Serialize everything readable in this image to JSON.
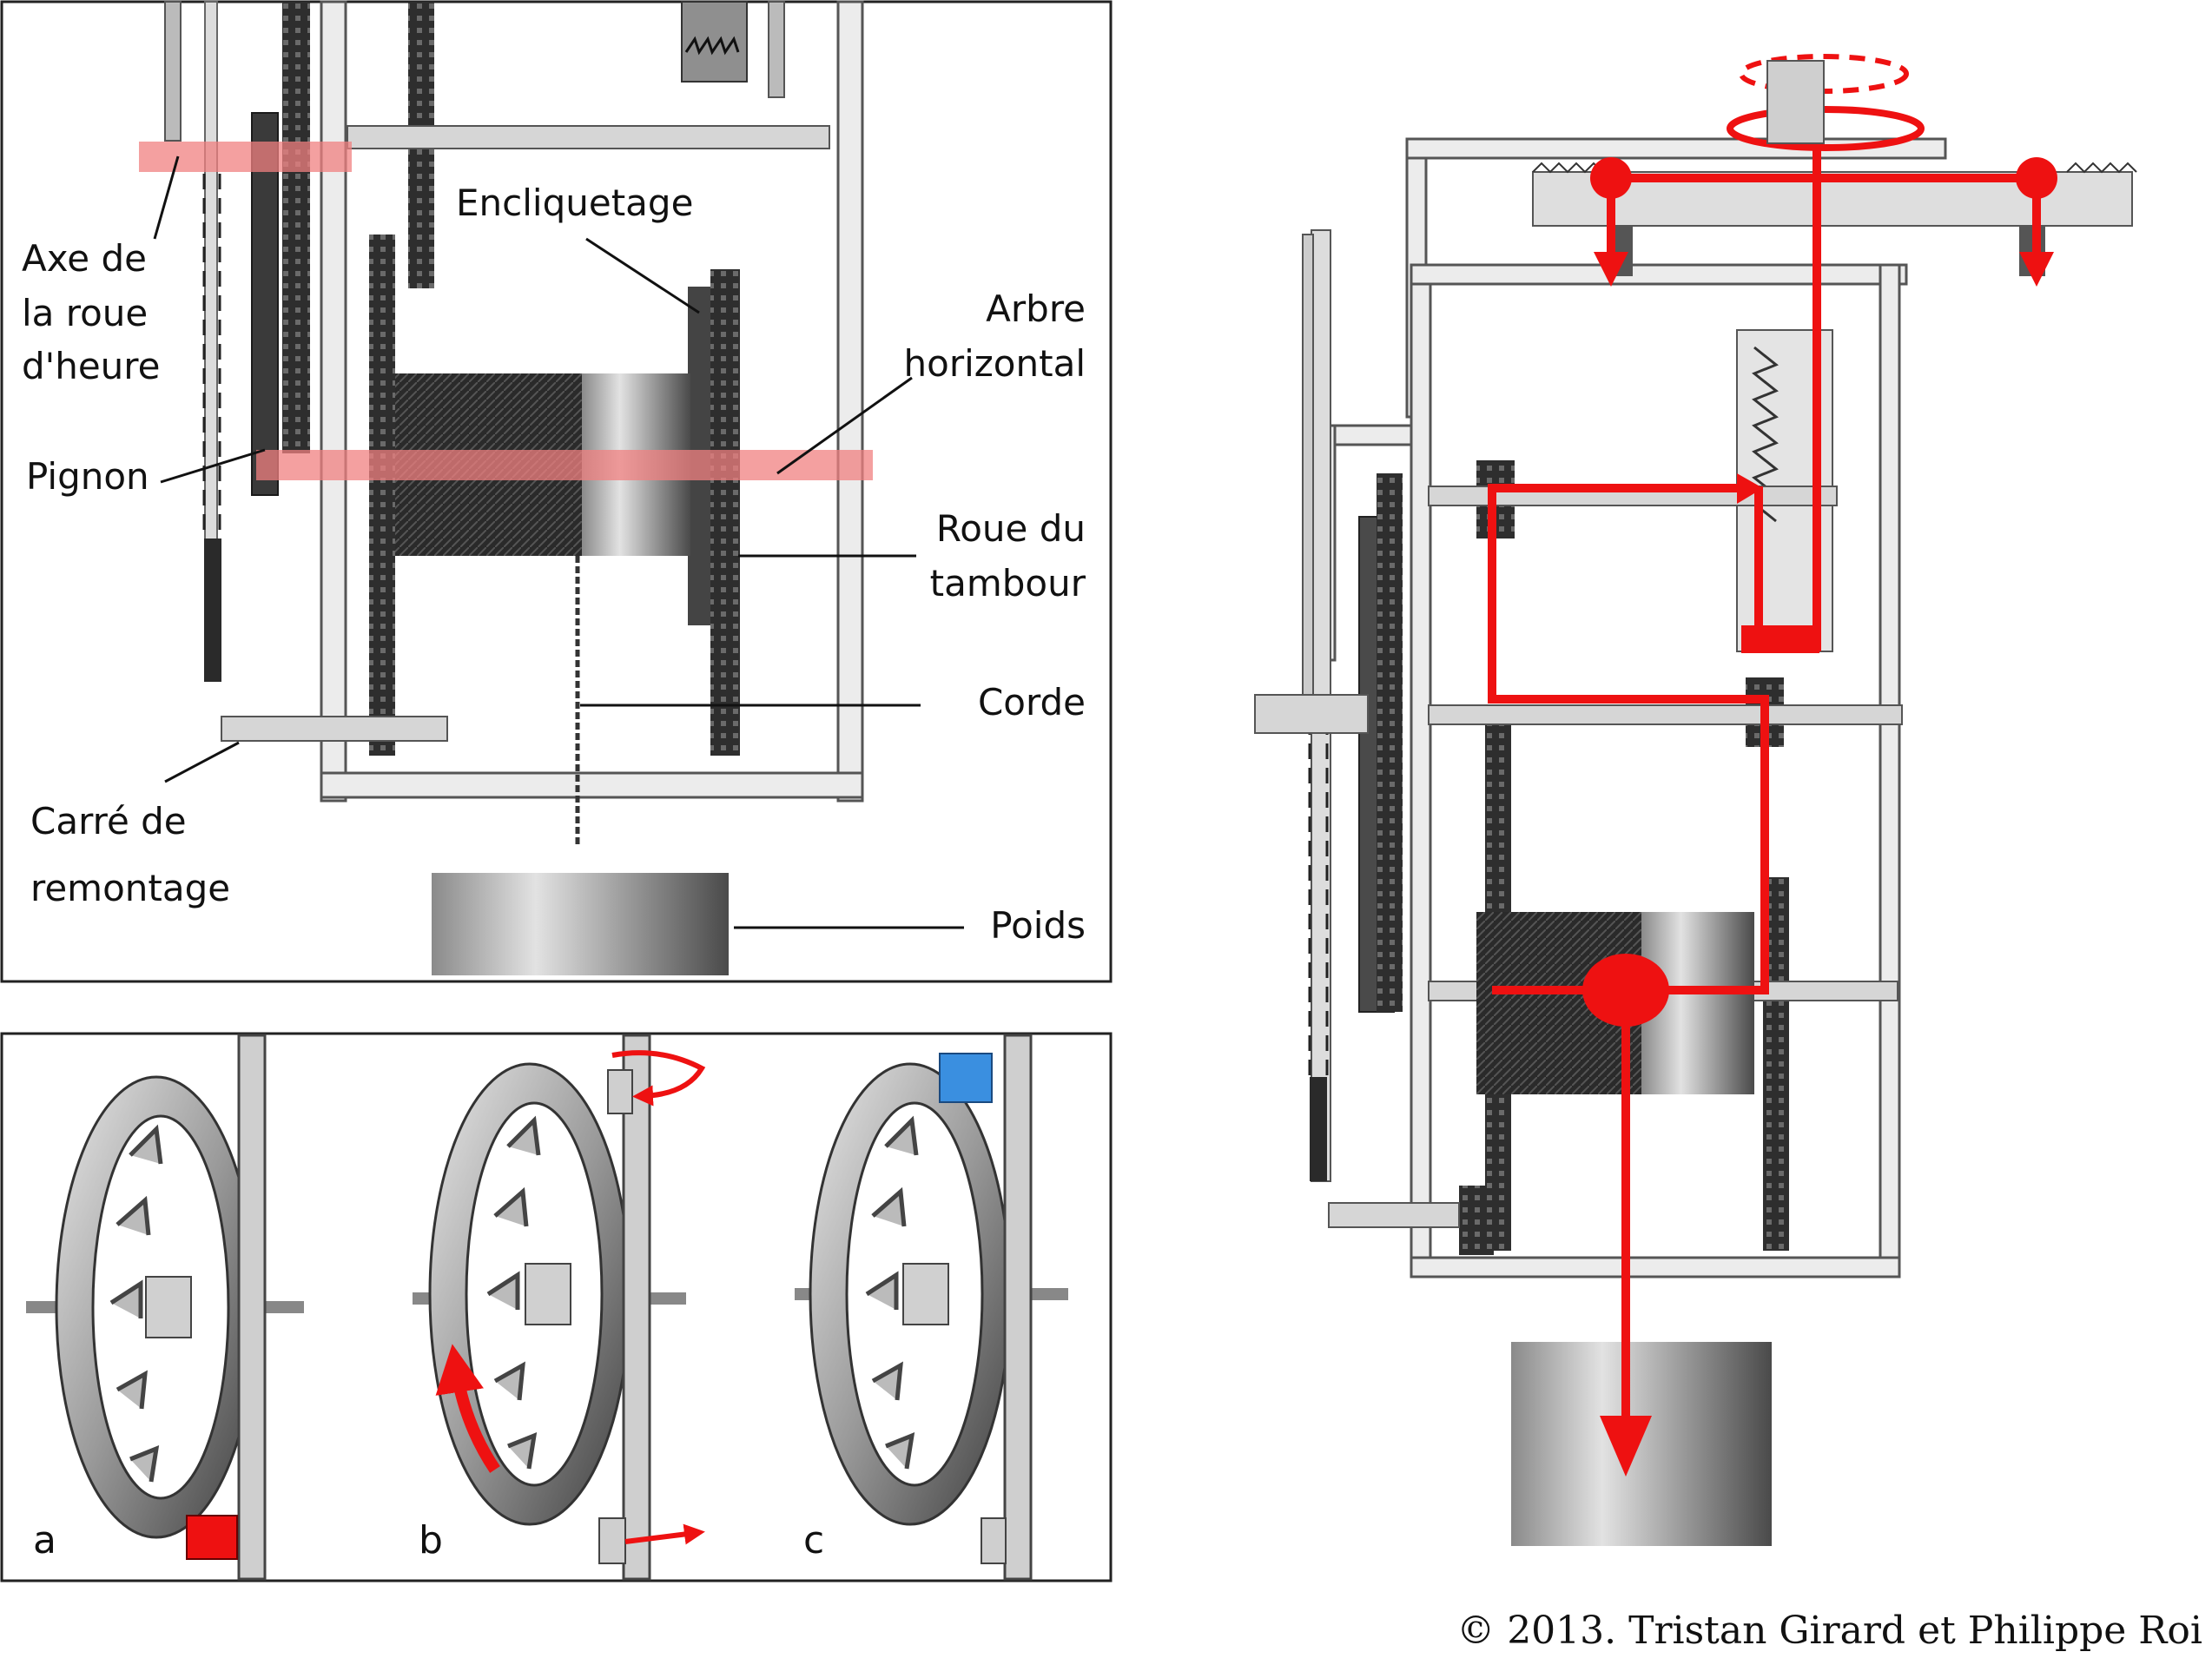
{
  "diagram": {
    "labels": {
      "axe_roue_heure": [
        "Axe de",
        "la roue",
        "d'heure"
      ],
      "encliquetage": "Encliquetage",
      "arbre_horizontal": [
        "Arbre",
        "horizontal"
      ],
      "pignon": "Pignon",
      "roue_tambour": [
        "Roue du",
        "tambour"
      ],
      "corde": "Corde",
      "carre_remontage": [
        "Carré de",
        "remontage"
      ],
      "poids": "Poids"
    },
    "ratchet_steps": [
      "a",
      "b",
      "c"
    ],
    "copyright": "© 2013. Tristan Girard et Philippe Roi",
    "colors": {
      "force_path": "#ee1111",
      "highlight": "#f08080",
      "pawl_blue": "#3a8fe0"
    }
  }
}
